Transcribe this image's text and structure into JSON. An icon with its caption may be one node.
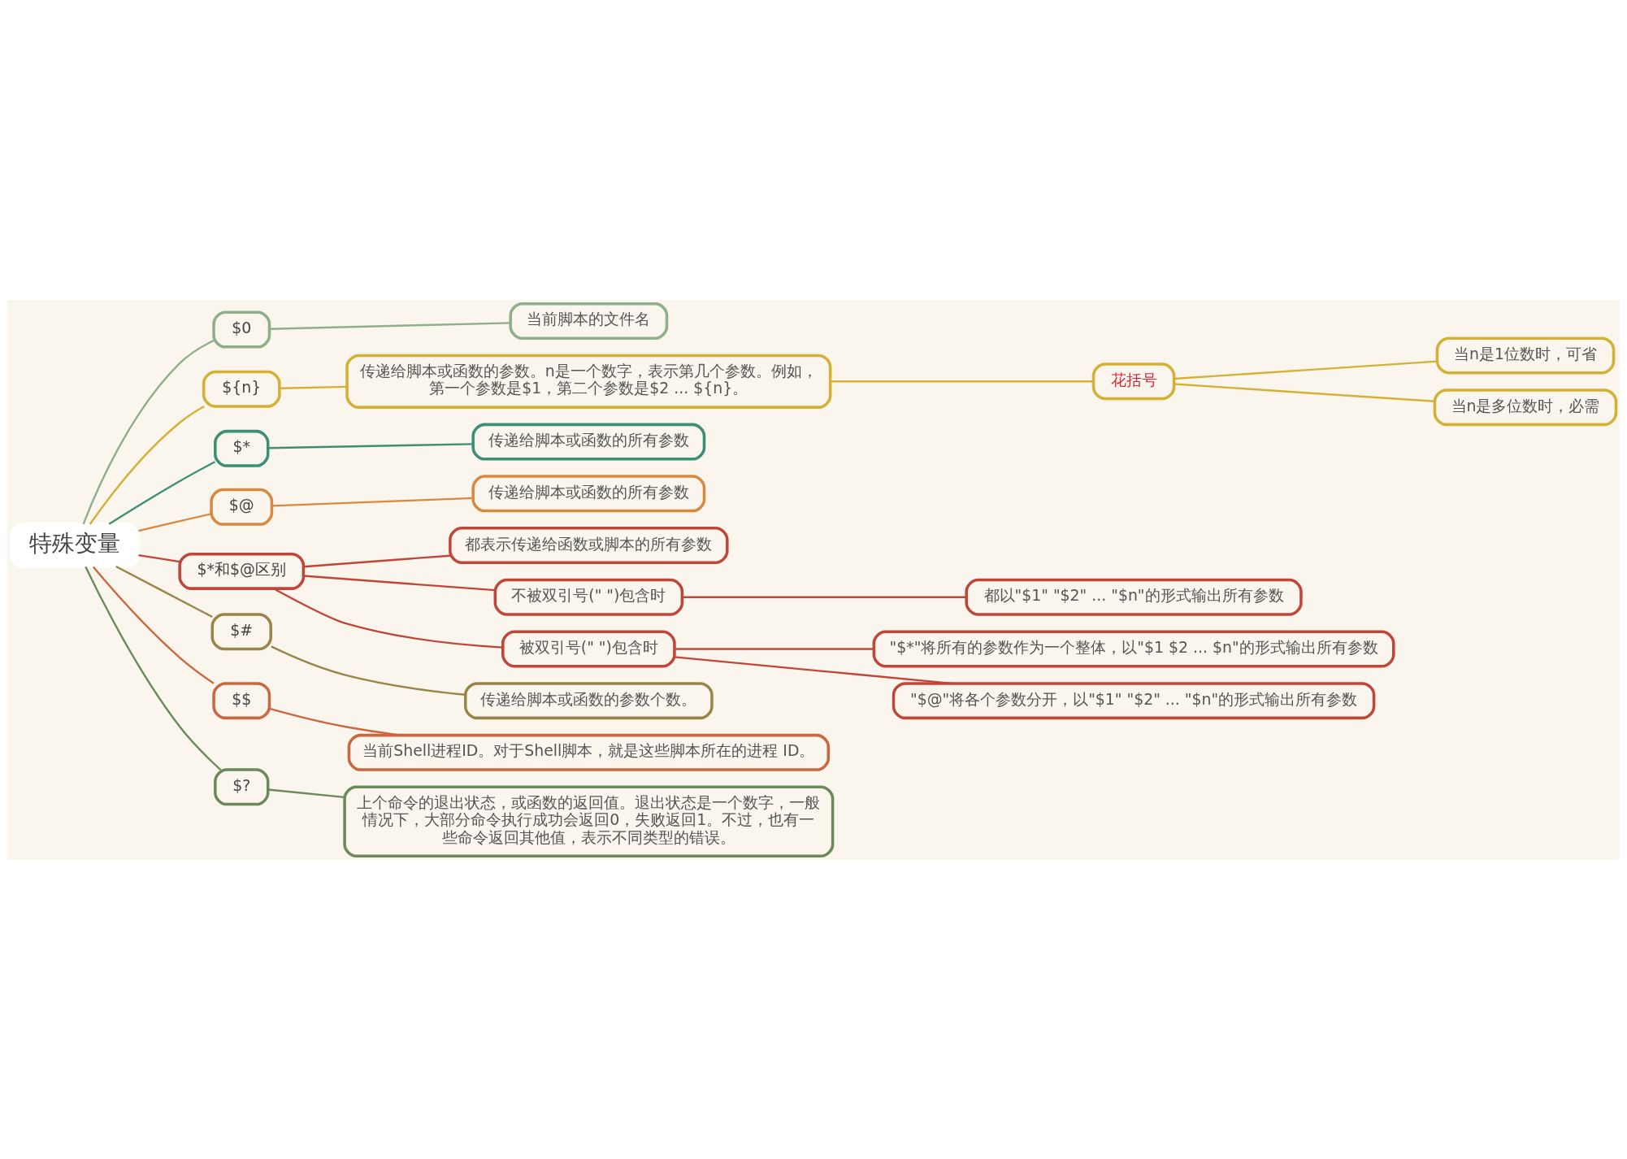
{
  "diagram": {
    "nodes": [
      {
        "text": [
          "特殊变量"
        ]
      },
      {
        "text": [
          "$0"
        ]
      },
      {
        "text": [
          "当前脚本的文件名"
        ]
      },
      {
        "text": [
          "${n}"
        ]
      },
      {
        "text": [
          "传递给脚本或函数的参数。n是一个数字，表示第几个参数。例如，第一个参数是$1，第二个参数是$2 ... ${n}。"
        ]
      },
      {
        "text": [
          "花括号"
        ]
      },
      {
        "text": [
          "当n是1位数时，可省"
        ]
      },
      {
        "text": [
          "当n是多位数时，必需"
        ]
      },
      {
        "text": [
          "$*"
        ]
      },
      {
        "text": [
          "传递给脚本或函数的所有参数"
        ]
      },
      {
        "text": [
          "$@"
        ]
      },
      {
        "text": [
          "传递给脚本或函数的所有参数"
        ]
      },
      {
        "text": [
          "$*和$@区别"
        ]
      },
      {
        "text": [
          "都表示传递给函数或脚本的所有参数"
        ]
      },
      {
        "text": [
          "不被双引号(\" \")包含时"
        ]
      },
      {
        "text": [
          "都以\"$1\" \"$2\" ... \"$n\"的形式输出所有参数"
        ]
      },
      {
        "text": [
          "被双引号(\" \")包含时"
        ]
      },
      {
        "text": [
          "\"$*\"将所有的参数作为一个整体，以\"$1 $2 ... $n\"的形式输出所有参数"
        ]
      },
      {
        "text": [
          "\"$@\"将各个参数分开，以\"$1\" \"$2\" ... \"$n\"的形式输出所有参数"
        ]
      },
      {
        "text": [
          "$#"
        ]
      },
      {
        "text": [
          "传递给脚本或函数的参数个数。"
        ]
      },
      {
        "text": [
          "$$"
        ]
      },
      {
        "text": [
          "当前Shell进程ID。对于Shell脚本，就是这些脚本所在的进程 ID。"
        ]
      },
      {
        "text": [
          "$?"
        ]
      },
      {
        "text": [
          "上个命令的退出状态，或函数的返回值。退出状态是一个数字，一般情况下，大部分命令执行成功会返回0，失败返回1。不过，也有一些命令返回其他值，表示不同类型的错误。"
        ]
      }
    ],
    "edges": [
      {
        "from": 0,
        "to": 1,
        "arrow": "none",
        "color": "#8fae8a"
      },
      {
        "from": 1,
        "to": 2,
        "arrow": "none",
        "color": "#8fae8a"
      },
      {
        "from": 0,
        "to": 3,
        "arrow": "none",
        "color": "#d4b036"
      },
      {
        "from": 3,
        "to": 4,
        "arrow": "none",
        "color": "#d4b036"
      },
      {
        "from": 4,
        "to": 5,
        "arrow": "none",
        "color": "#d4b036"
      },
      {
        "from": 5,
        "to": 6,
        "arrow": "none",
        "color": "#d4b036"
      },
      {
        "from": 5,
        "to": 7,
        "arrow": "none",
        "color": "#d4b036"
      },
      {
        "from": 0,
        "to": 8,
        "arrow": "none",
        "color": "#3a8f74"
      },
      {
        "from": 8,
        "to": 9,
        "arrow": "none",
        "color": "#3a8f74"
      },
      {
        "from": 0,
        "to": 10,
        "arrow": "none",
        "color": "#d98840"
      },
      {
        "from": 10,
        "to": 11,
        "arrow": "none",
        "color": "#d98840"
      },
      {
        "from": 0,
        "to": 12,
        "arrow": "none",
        "color": "#c0463a"
      },
      {
        "from": 12,
        "to": 13,
        "arrow": "none",
        "color": "#c0463a"
      },
      {
        "from": 12,
        "to": 14,
        "arrow": "none",
        "color": "#c0463a"
      },
      {
        "from": 14,
        "to": 15,
        "arrow": "none",
        "color": "#c0463a"
      },
      {
        "from": 12,
        "to": 16,
        "arrow": "none",
        "color": "#c0463a"
      },
      {
        "from": 16,
        "to": 17,
        "arrow": "none",
        "color": "#c0463a"
      },
      {
        "from": 16,
        "to": 18,
        "arrow": "none",
        "color": "#c0463a"
      },
      {
        "from": 0,
        "to": 19,
        "arrow": "none",
        "color": "#9a8548"
      },
      {
        "from": 19,
        "to": 20,
        "arrow": "none",
        "color": "#9a8548"
      },
      {
        "from": 0,
        "to": 21,
        "arrow": "none",
        "color": "#cc6640"
      },
      {
        "from": 21,
        "to": 22,
        "arrow": "none",
        "color": "#cc6640"
      },
      {
        "from": 0,
        "to": 23,
        "arrow": "none",
        "color": "#6a8a5a"
      },
      {
        "from": 23,
        "to": 24,
        "arrow": "none",
        "color": "#6a8a5a"
      }
    ]
  }
}
